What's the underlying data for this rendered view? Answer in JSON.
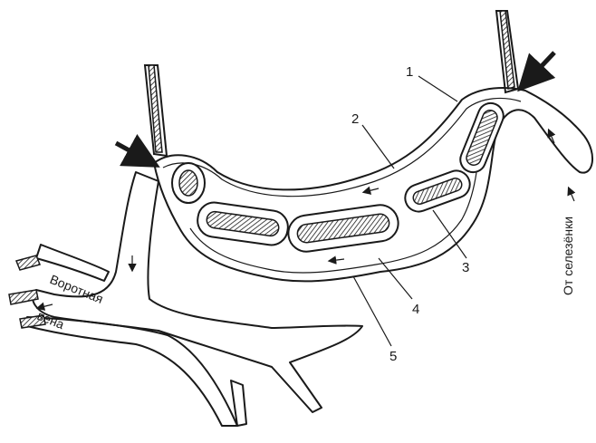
{
  "labels": {
    "portal_vein": [
      "Воротная",
      "вена"
    ],
    "from_spleen": "От селезёнки"
  },
  "callouts": [
    "1",
    "2",
    "3",
    "4",
    "5"
  ],
  "colors": {
    "ink": "#1a1a1a",
    "paper": "#ffffff"
  }
}
